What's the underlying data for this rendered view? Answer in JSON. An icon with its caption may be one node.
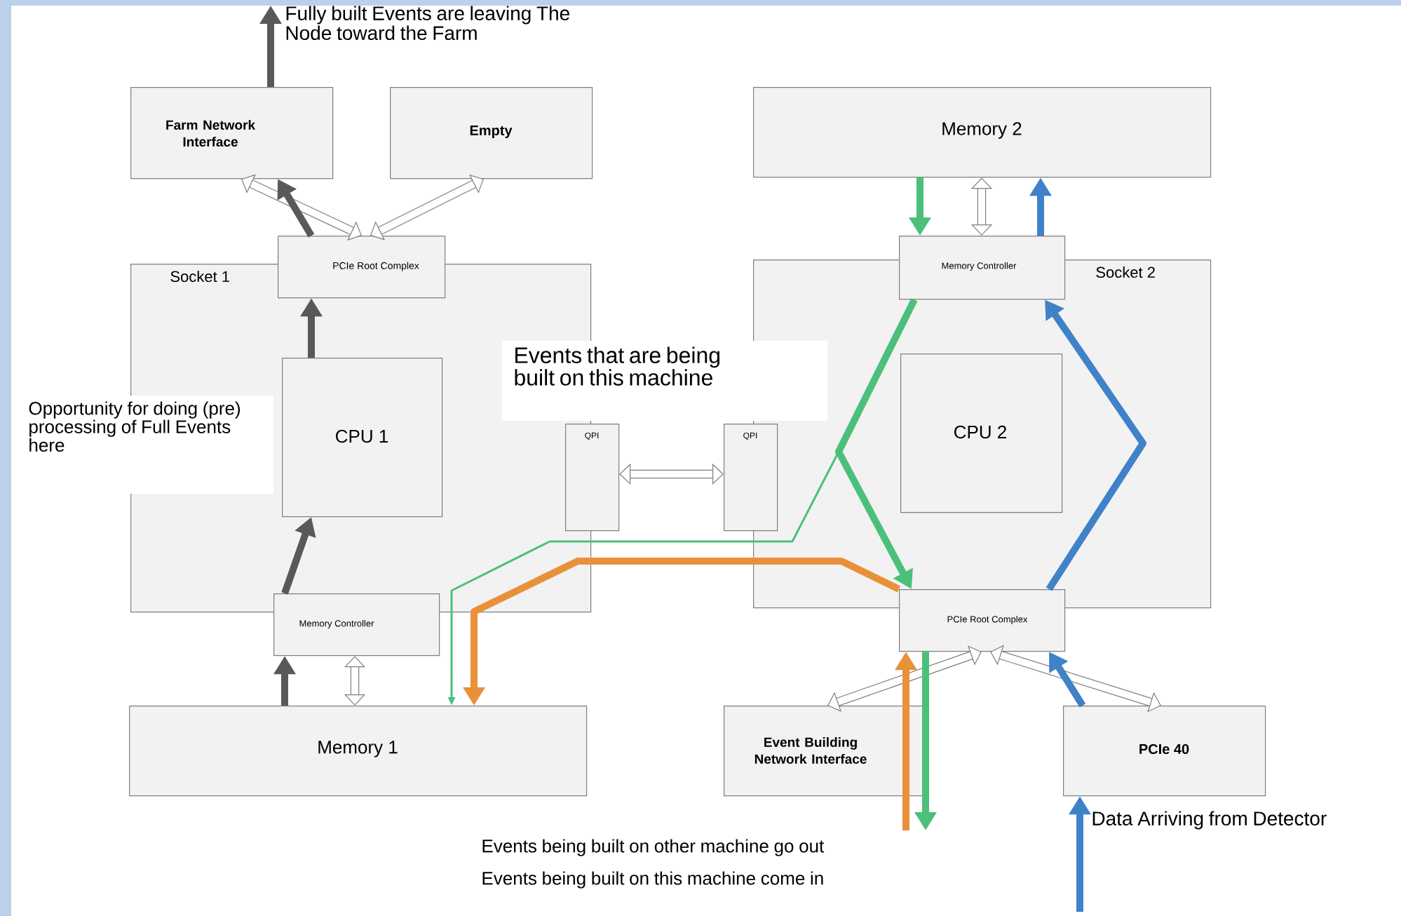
{
  "diagram": {
    "nodes": [
      {
        "text": [
          "Farm Network Interface"
        ]
      },
      {
        "text": [
          "Empty"
        ]
      },
      {
        "text": [
          "Memory 2"
        ]
      },
      {
        "text": [
          "Socket 1"
        ]
      },
      {
        "text": [
          "PCIe Root Complex"
        ]
      },
      {
        "text": [
          "CPU 1"
        ],
        "in": 3
      },
      {
        "text": [
          "Memory Controller"
        ]
      },
      {
        "text": [
          "Socket 2"
        ]
      },
      {
        "text": [
          "Memory Controller"
        ]
      },
      {
        "text": [
          "CPU 2"
        ],
        "in": 7
      },
      {
        "text": [
          "PCIe Root Complex"
        ]
      },
      {
        "text": [
          "QPI"
        ]
      },
      {
        "text": [
          "QPI"
        ]
      },
      {
        "text": [
          "Memory 1"
        ]
      },
      {
        "text": [
          "Event Building Network Interface"
        ]
      },
      {
        "text": [
          "PCIe 40"
        ]
      },
      {
        "text": [
          "Fully built Events are leaving The Node toward the Farm"
        ]
      }
    ],
    "edges": [
      {
        "from": 4,
        "to": 0,
        "arrow": "both"
      },
      {
        "from": 4,
        "to": 1,
        "arrow": "both"
      },
      {
        "from": 6,
        "to": 13,
        "arrow": "both"
      },
      {
        "from": 8,
        "to": 2,
        "arrow": "both"
      },
      {
        "from": 10,
        "to": 14,
        "arrow": "both"
      },
      {
        "from": 10,
        "to": 15,
        "arrow": "both"
      },
      {
        "from": 11,
        "to": 12,
        "arrow": "both"
      },
      {
        "from": 13,
        "to": 6,
        "arrow": "to",
        "color": "#595959"
      },
      {
        "from": 6,
        "to": 5,
        "arrow": "to",
        "color": "#595959"
      },
      {
        "from": 5,
        "to": 4,
        "arrow": "to",
        "color": "#595959"
      },
      {
        "from": 4,
        "to": 0,
        "arrow": "to",
        "color": "#595959"
      },
      {
        "from": 0,
        "to": 16,
        "arrow": "to",
        "color": "#595959"
      },
      {
        "from": 2,
        "to": 8,
        "arrow": "to",
        "color": "#4cc07a"
      },
      {
        "from": 8,
        "to": 10,
        "arrow": "to",
        "color": "#4cc07a"
      },
      {
        "from": 8,
        "to": 13,
        "arrow": "to",
        "color": "#4cc07a"
      },
      {
        "from": 10,
        "to": null,
        "arrow": "to",
        "color": "#4cc07a"
      },
      {
        "from": null,
        "to": 10,
        "arrow": "to",
        "color": "#e8913a"
      },
      {
        "from": 10,
        "to": 13,
        "arrow": "to",
        "color": "#e8913a"
      },
      {
        "from": null,
        "to": 15,
        "arrow": "to",
        "color": "#3f82c8"
      },
      {
        "from": 15,
        "to": 10,
        "arrow": "to",
        "color": "#3f82c8"
      },
      {
        "from": 10,
        "to": 8,
        "arrow": "to",
        "color": "#3f82c8"
      },
      {
        "from": 8,
        "to": 2,
        "arrow": "to",
        "color": "#3f82c8"
      }
    ],
    "labels": [
      "Events that are being built on this machine",
      "Opportunity for doing (pre) processing of Full Events here",
      "Events being built on other machine go out",
      "Events being built on this machine come in",
      "Data Arriving from Detector"
    ]
  }
}
